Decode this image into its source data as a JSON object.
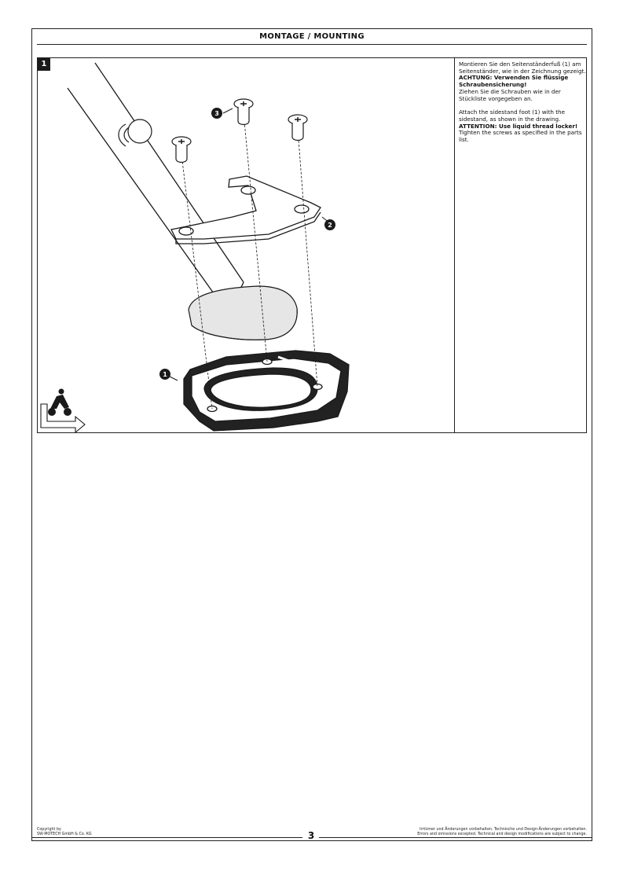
{
  "header": {
    "title": "MONTAGE / MOUNTING"
  },
  "step": {
    "number": "1",
    "callouts": {
      "one": "1",
      "two": "2",
      "three": "3"
    },
    "text": {
      "de_line1": "Montieren Sie den Seitenständerfuß (1) am Seitenständer, wie in der Zeichnung gezeigt.",
      "de_warning": "ACHTUNG: Verwenden Sie flüssige Schraubensicherung!",
      "de_line2": "Ziehen Sie die Schrauben wie in der Stückliste vorgegeben an.",
      "en_line1": "Attach the sidestand foot (1) with the sidestand, as shown in the drawing.",
      "en_warning": "ATTENTION: Use liquid thread locker!",
      "en_line2": "Tighten the screws as specified in the parts list."
    },
    "icons": {
      "corner": "motorcycle-mounting-icon"
    }
  },
  "footer": {
    "copyright_l1": "Copyright by",
    "copyright_l2": "SW-MOTECH GmbH & Co. KG",
    "disclaimer_de": "Irrtümer und Änderungen vorbehalten. Technische und Design-Änderungen vorbehalten.",
    "disclaimer_en": "Errors and omissions excepted. Technical and design modifications are subject to change.",
    "page_number": "3"
  },
  "colors": {
    "ink": "#1a1a1a",
    "paper": "#ffffff",
    "shade": "#e6e6e6"
  }
}
